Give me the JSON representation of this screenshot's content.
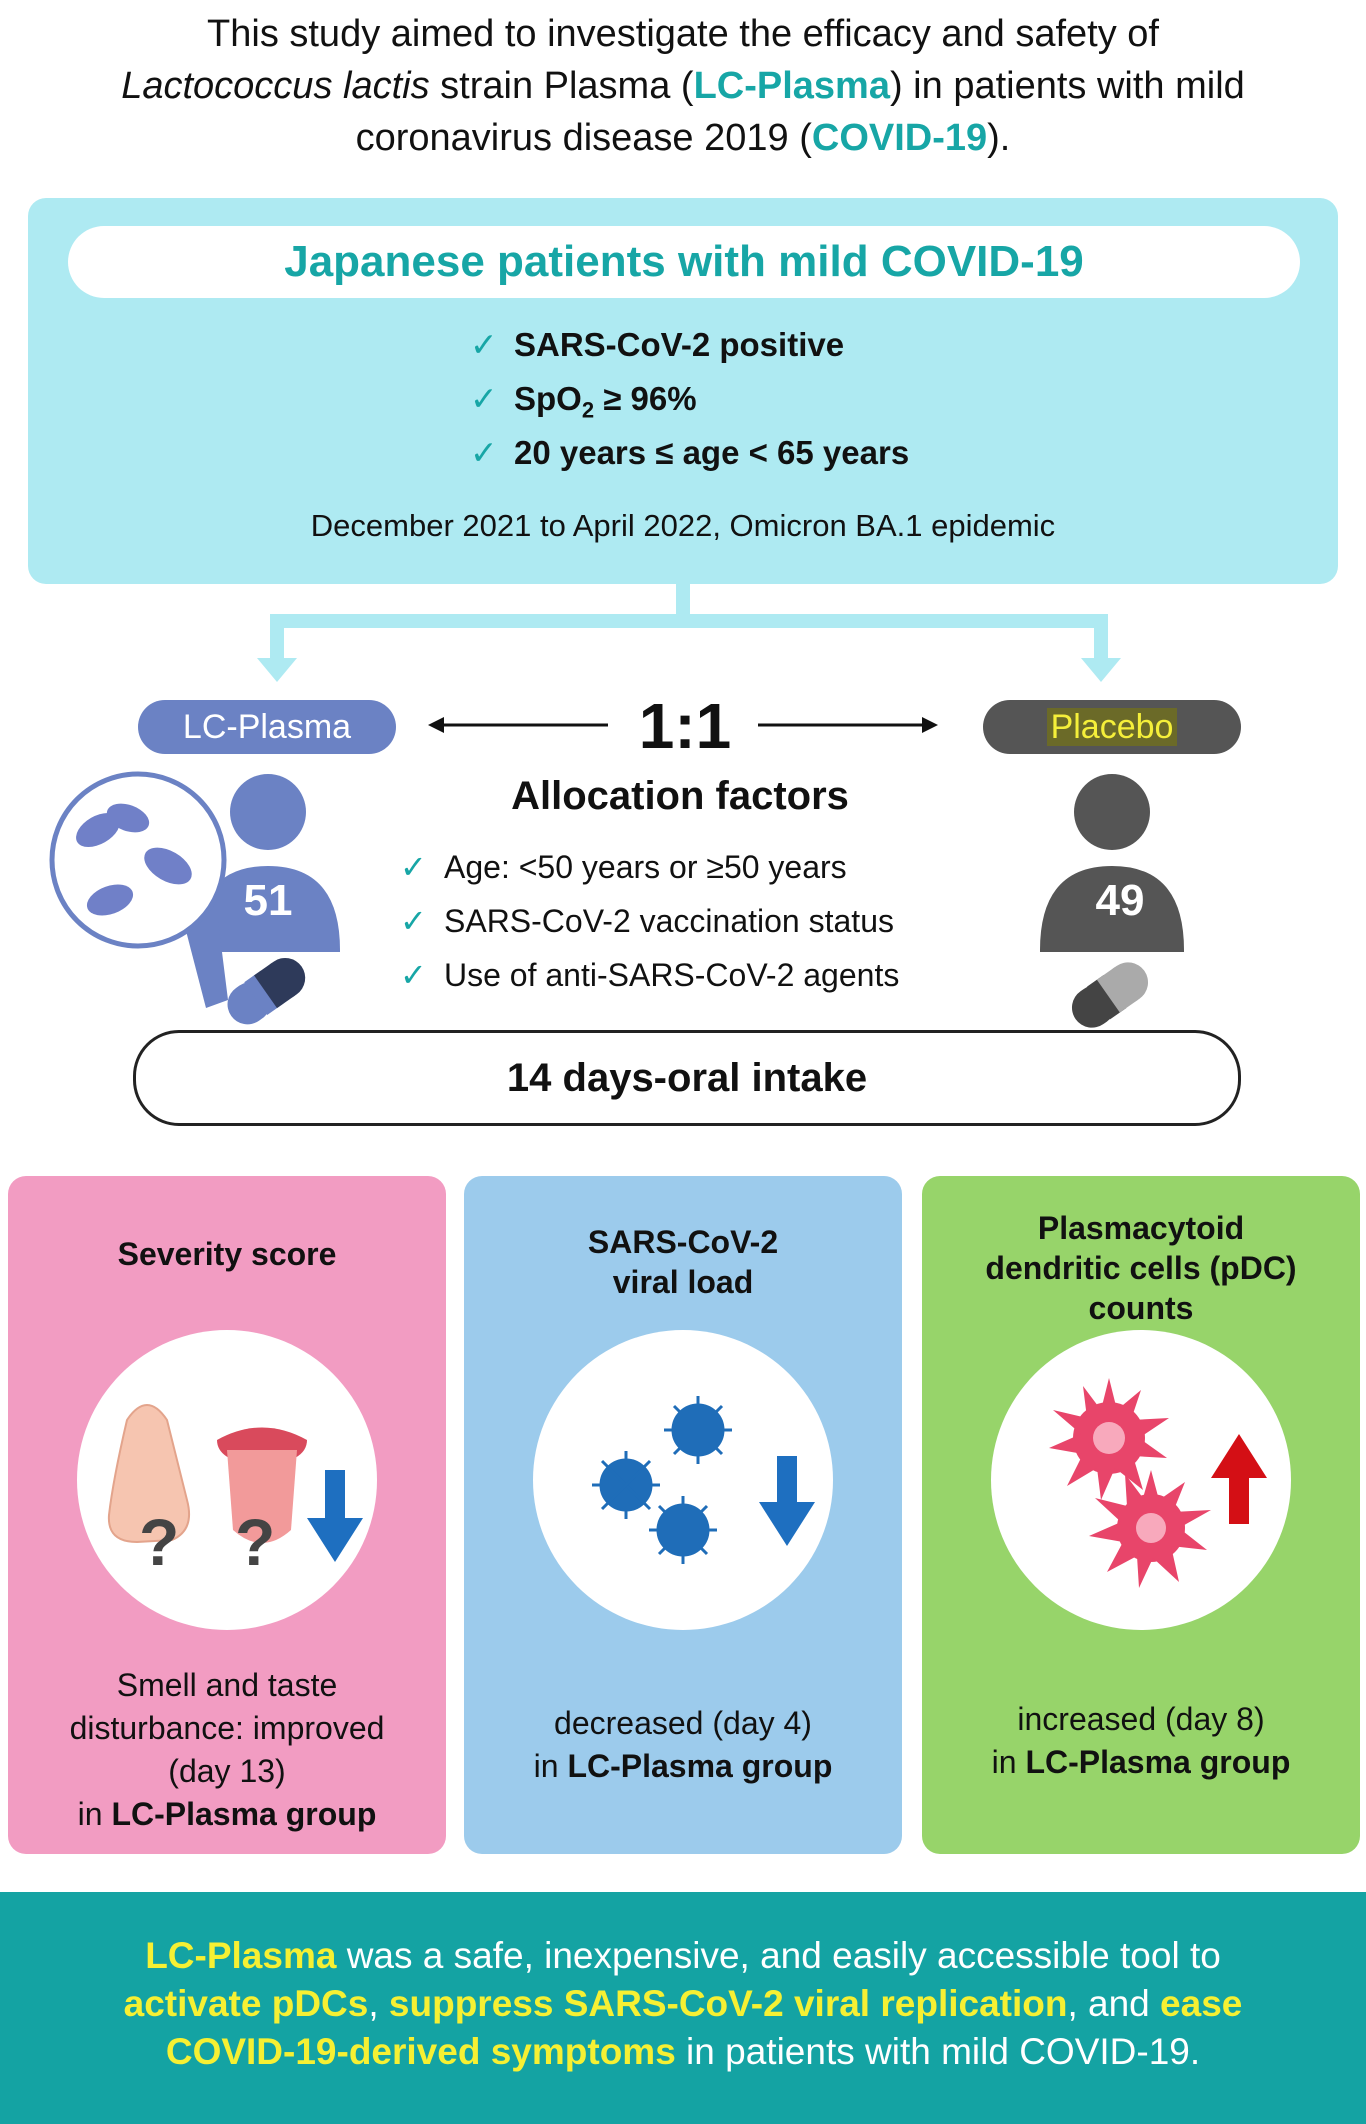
{
  "intro": {
    "t1": "This study aimed to investigate the efficacy and safety of",
    "t2_italic": "Lactococcus lactis",
    "t2_a": " strain Plasma (",
    "t2_b": "LC-Plasma",
    "t2_c": ") in patients with mild",
    "t3_a": "coronavirus disease 2019 (",
    "t3_b": "COVID-19",
    "t3_c": ")."
  },
  "population": {
    "title": "Japanese patients with mild COVID-19",
    "criteria": [
      "SARS-CoV-2 positive",
      "SpO",
      "2",
      " ≥ 96%",
      "20 years ≤ age < 65 years"
    ],
    "check_symbol": "✓",
    "period": "December 2021 to April 2022, Omicron BA.1 epidemic"
  },
  "groups": {
    "lc_label": "LC-Plasma",
    "placebo_label": "Placebo",
    "lc_count": "51",
    "placebo_count": "49",
    "ratio": "1:1"
  },
  "allocation": {
    "title": "Allocation factors",
    "factors": [
      "Age: <50 years or ≥50 years",
      "SARS-CoV-2 vaccination status",
      "Use of anti-SARS-CoV-2 agents"
    ]
  },
  "intake": "14 days-oral intake",
  "results": {
    "severity": {
      "title": "Severity score",
      "lines": [
        "Smell and taste",
        "disturbance: improved",
        "(day 13)"
      ],
      "in": "in ",
      "group": "LC-Plasma group",
      "symbol": "?"
    },
    "viral": {
      "title1": "SARS-CoV-2",
      "title2": "viral load",
      "line": "decreased (day 4)",
      "in": "in ",
      "group": "LC-Plasma group"
    },
    "pdc": {
      "title1": "Plasmacytoid",
      "title2": "dendritic cells (pDC)",
      "title3": "counts",
      "line": "increased (day 8)",
      "in": "in ",
      "group": "LC-Plasma group"
    }
  },
  "conclusion": {
    "a": "LC-Plasma",
    "b": " was a safe, inexpensive, and easily accessible tool to",
    "c": "activate pDCs",
    "d": ", ",
    "e": "suppress SARS-CoV-2 viral replication",
    "f": ", and ",
    "g": "ease",
    "h": "COVID-19-derived symptoms",
    "i": " in patients with mild COVID-19."
  },
  "colors": {
    "teal": "#17a6a6",
    "lc": "#6b82c4",
    "placebo": "#555555",
    "pink": "#f29cc2",
    "blue": "#9ccbec",
    "green": "#97d46a",
    "yellow": "#f6f033"
  }
}
